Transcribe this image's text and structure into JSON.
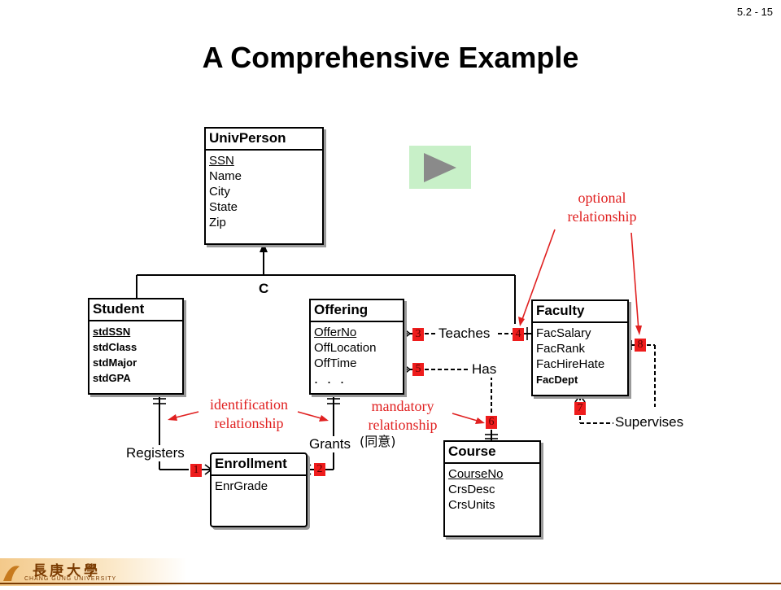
{
  "slide": {
    "page_number": "5.2 - 15",
    "title": "A Comprehensive Example"
  },
  "entities": {
    "univperson": {
      "name": "UnivPerson",
      "attrs": [
        "SSN",
        "Name",
        "City",
        "State",
        "Zip"
      ]
    },
    "student": {
      "name": "Student",
      "attrs": [
        "stdSSN",
        "stdClass",
        "stdMajor",
        "stdGPA"
      ]
    },
    "offering": {
      "name": "Offering",
      "attrs": [
        "OfferNo",
        "OffLocation",
        "OffTime"
      ],
      "more": ". . ."
    },
    "faculty": {
      "name": "Faculty",
      "attrs": [
        "FacSalary",
        "FacRank",
        "FacHireHate",
        "FacDept"
      ]
    },
    "enrollment": {
      "name": "Enrollment",
      "attrs": [
        "EnrGrade"
      ]
    },
    "course": {
      "name": "Course",
      "attrs": [
        "CourseNo",
        "CrsDesc",
        "CrsUnits"
      ]
    }
  },
  "generalization": {
    "constraint": "C"
  },
  "relationships": {
    "teaches": "Teaches",
    "has": "Has",
    "registers": "Registers",
    "grants": "Grants",
    "grants_note": "(同意)",
    "supervises": "Supervises"
  },
  "annotations": {
    "optional_line1": "optional",
    "optional_line2": "relationship",
    "identification_line1": "identification",
    "identification_line2": "relationship",
    "mandatory_line1": "mandatory",
    "mandatory_line2": "relationship"
  },
  "badges": [
    "1",
    "2",
    "3",
    "4",
    "5",
    "6",
    "7",
    "8"
  ],
  "logo": {
    "chinese": "長庚大學",
    "english": "CHANG GUNG UNIVERSITY"
  },
  "colors": {
    "annotation": "#e02020",
    "badge": "#ee1c1c",
    "play_bg": "#c8f0c8",
    "play_icon": "#8a8a8a"
  },
  "icons": {
    "play": "play-icon"
  }
}
